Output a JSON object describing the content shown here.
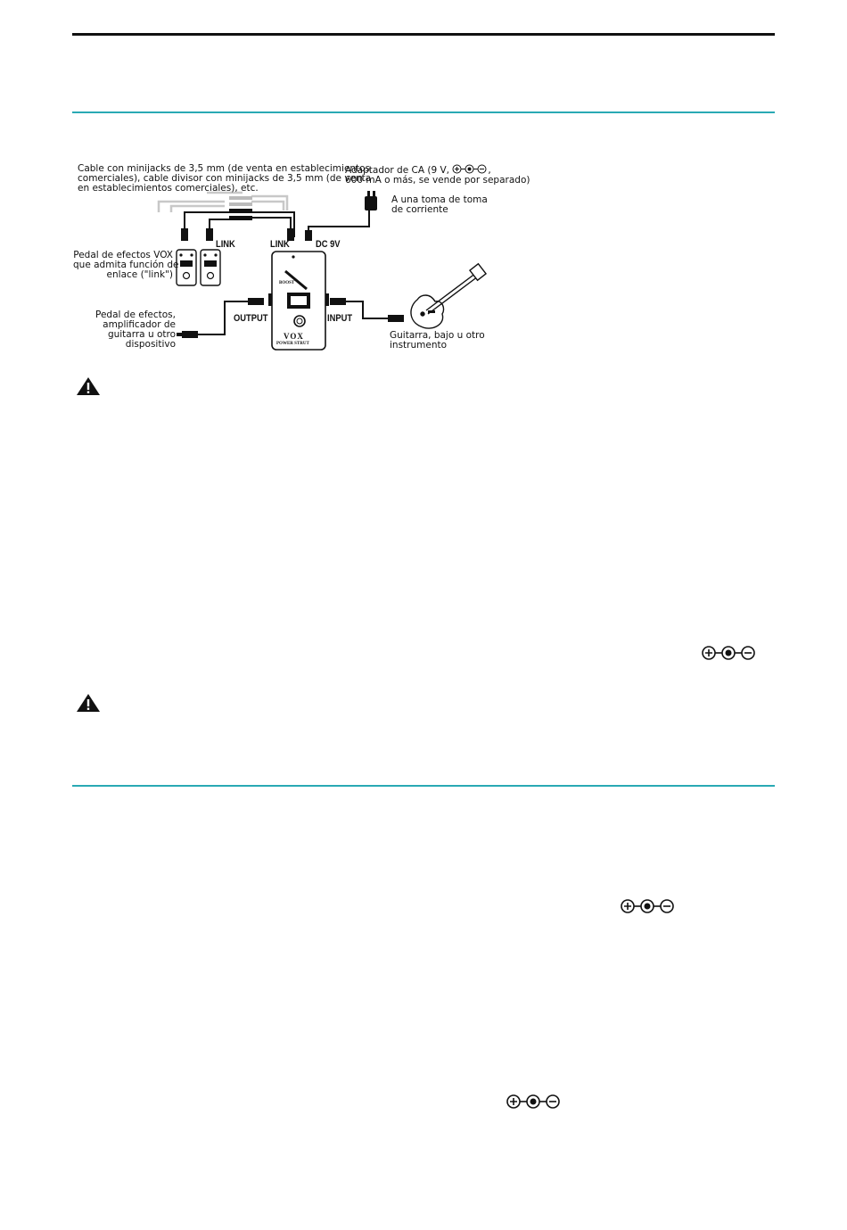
{
  "colors": {
    "section_rule": "#2aa9b4",
    "ink": "#111111"
  },
  "diagram": {
    "cable_label": [
      "Cable con minijacks de 3,5 mm (de venta en establecimientos",
      "comerciales), cable divisor con minijacks de 3,5 mm (de venta",
      "en establecimientos comerciales), etc."
    ],
    "adapter_label": [
      "Adaptador de CA (9 V,",
      ",",
      "600 mA o más, se vende por separado)"
    ],
    "outlet_label": [
      "A una toma de toma",
      "de corriente"
    ],
    "vox_pedal_label": [
      "Pedal de efectos VOX",
      "que admita función de",
      "enlace (\"link\")"
    ],
    "output_device_label": [
      "Pedal de efectos,",
      "amplificador de",
      "guitarra u otro",
      "dispositivo"
    ],
    "guitar_label": [
      "Guitarra, bajo u otro",
      "instrumento"
    ],
    "jack_link_left": "LINK",
    "jack_link_right": "LINK",
    "jack_dc": "DC 9V",
    "jack_output": "OUTPUT",
    "jack_input": "INPUT",
    "pedal_brand": "VOX",
    "pedal_name": "POWER STRUT",
    "pedal_knob": "BOOST"
  },
  "icons": {
    "warning": "warning-triangle-icon",
    "polarity": "dc-polarity-icon"
  }
}
